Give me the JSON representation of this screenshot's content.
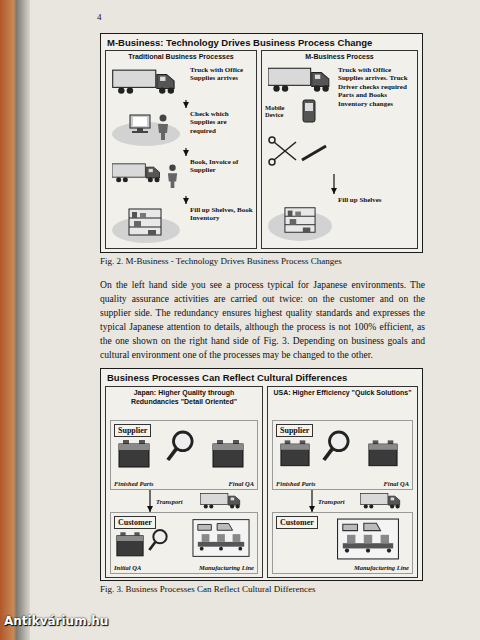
{
  "diagram": {
    "nodes": [
      {
        "text": [
          "M-Business: Technology Drives Business Process Change"
        ]
      },
      {
        "text": [
          "Traditional Business Processes"
        ],
        "in": 0
      },
      {
        "text": [
          "M-Business Process"
        ],
        "in": 0
      },
      {
        "text": [
          "Truck with Office Supplies arrives"
        ],
        "in": 1
      },
      {
        "text": [
          "Check which Supplies are required"
        ],
        "in": 1
      },
      {
        "text": [
          "Book, Invoice of Supplier"
        ],
        "in": 1
      },
      {
        "text": [
          "Fill up Shelves, Book Inventory"
        ],
        "in": 1
      },
      {
        "text": [
          "Truck with Office Supplies arrives. Truck Driver checks required Parts and Books Inventory changes"
        ],
        "in": 2
      },
      {
        "text": [
          "Fill up Shelves"
        ],
        "in": 2
      },
      {
        "text": [
          "Business Processes Can Reflect Cultural Differences"
        ]
      },
      {
        "text": [
          "Japan: Higher Quality through Redundancies \"Detail Oriented\""
        ],
        "in": 9
      },
      {
        "text": [
          "USA: Higher Efficiency \"Quick Solutions\""
        ],
        "in": 9
      },
      {
        "text": [
          "Supplier",
          "Finished Parts",
          "Final QA"
        ],
        "in": 10
      },
      {
        "text": [
          "Customer",
          "Initial QA",
          "Manufacturing Line"
        ],
        "in": 10
      },
      {
        "text": [
          "Supplier",
          "Finished Parts",
          "Final QA"
        ],
        "in": 11
      },
      {
        "text": [
          "Customer",
          "Manufacturing Line"
        ],
        "in": 11
      }
    ],
    "edges": [
      {
        "from": 3,
        "to": 4,
        "arrow": "to"
      },
      {
        "from": 4,
        "to": 5,
        "arrow": "to"
      },
      {
        "from": 5,
        "to": 6,
        "arrow": "to"
      },
      {
        "from": 7,
        "to": 8,
        "arrow": "to"
      },
      {
        "from": 12,
        "to": 13,
        "label": "Transport",
        "arrow": "to"
      },
      {
        "from": 14,
        "to": 15,
        "label": "Transport",
        "arrow": "to"
      }
    ],
    "labels": [
      "4",
      "Mobile Device",
      "Fig. 2. M-Business - Technology Drives Business Process Changes",
      "On the left hand side you see a process typical for Japanese environments. The quality assurance activities are carried out twice: on the customer and on the supplier side. The redundancy ensures highest quality standards and expresses the typical Japanese attention to details, although the process is not 100% efficient, as the one shown on the right hand side of Fig. 3. Depending on business goals and cultural environment one of the processes may be changed to the other.",
      "Fig. 3. Business Processes Can Reflect Cultural Differences",
      "Antikvárium.hu"
    ]
  }
}
